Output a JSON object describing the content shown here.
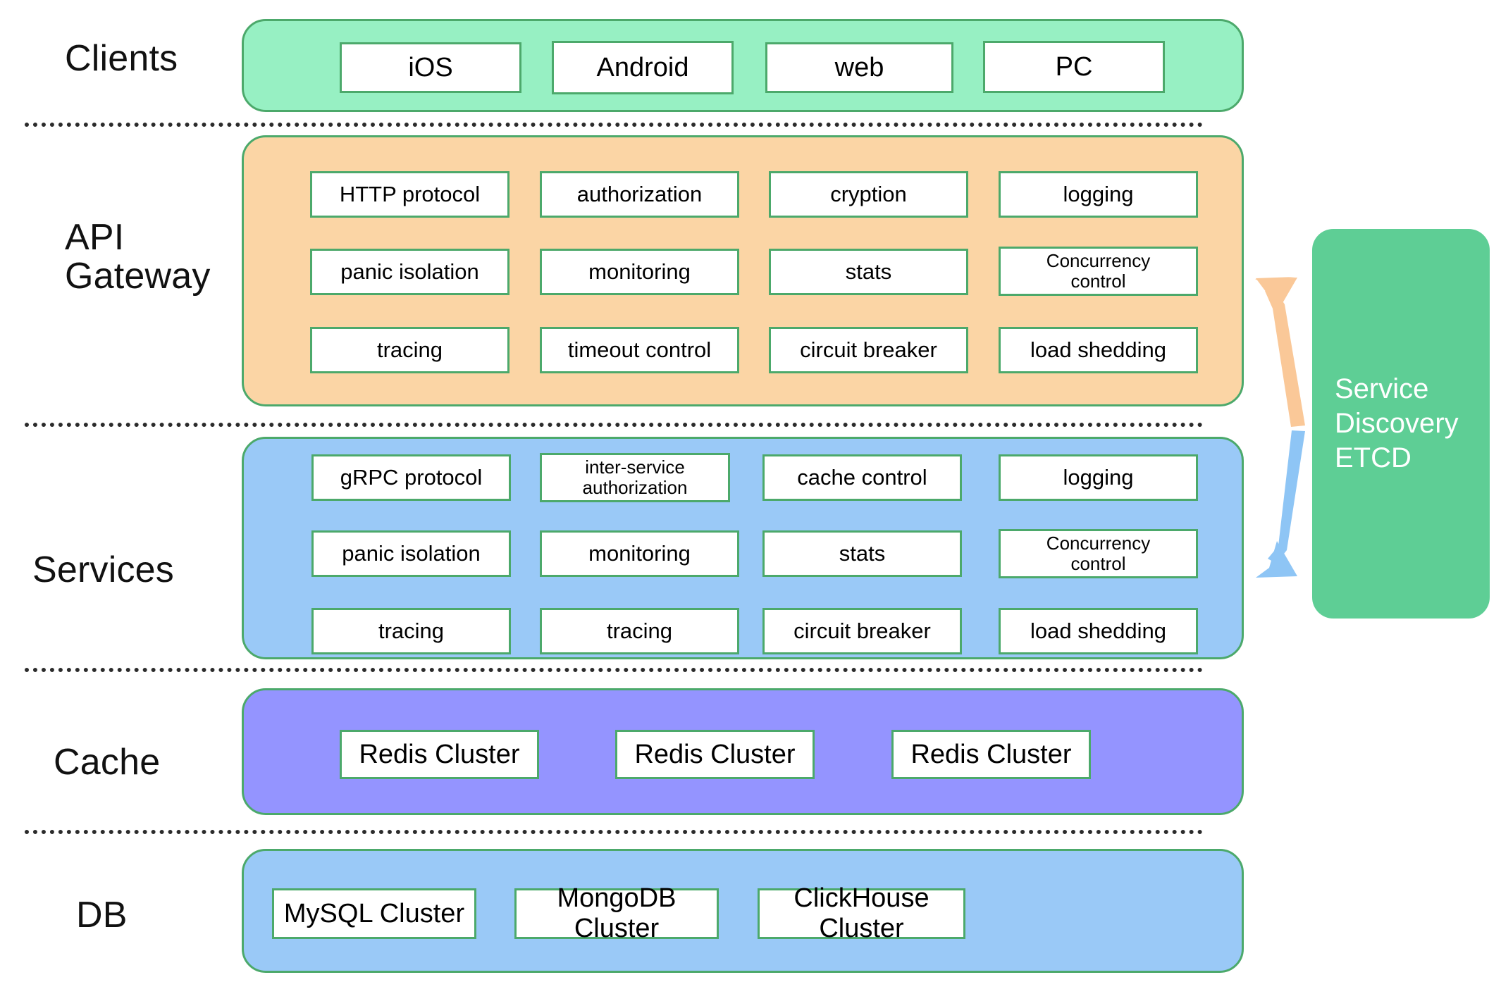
{
  "diagram": {
    "title": "Microservice architecture layers",
    "colors": {
      "clients_panel": "#97F0C3",
      "api_gateway_panel": "#FBD5A5",
      "services_panel": "#9AC9F7",
      "cache_panel": "#9494FF",
      "db_panel": "#9AC9F7",
      "panel_border": "#4CA96B",
      "etcd_box": "#5ECE95",
      "arrow_from_gateway": "#FAC898",
      "arrow_from_services": "#8EC5F5",
      "divider": "#2b2b2b"
    },
    "rows": [
      {
        "label": "Clients",
        "panel_color_name": "green",
        "items": [
          "iOS",
          "Android",
          "web",
          "PC"
        ]
      },
      {
        "label": "API\nGateway",
        "panel_color_name": "orange",
        "items": [
          "HTTP protocol",
          "authorization",
          "cryption",
          "logging",
          "panic isolation",
          "monitoring",
          "stats",
          "Concurrency\ncontrol",
          "tracing",
          "timeout control",
          "circuit breaker",
          "load shedding"
        ]
      },
      {
        "label": "Services",
        "panel_color_name": "blue",
        "items": [
          "gRPC protocol",
          "inter-service\nauthorization",
          "cache control",
          "logging",
          "panic isolation",
          "monitoring",
          "stats",
          "Concurrency\ncontrol",
          "tracing",
          "tracing",
          "circuit breaker",
          "load shedding"
        ]
      },
      {
        "label": "Cache",
        "panel_color_name": "purple",
        "items": [
          "Redis Cluster",
          "Redis Cluster",
          "Redis Cluster"
        ]
      },
      {
        "label": "DB",
        "panel_color_name": "blue",
        "items": [
          "MySQL Cluster",
          "MongoDB Cluster",
          "ClickHouse Cluster"
        ]
      }
    ],
    "etcd": {
      "label": "Service\nDiscovery\nETCD"
    }
  }
}
